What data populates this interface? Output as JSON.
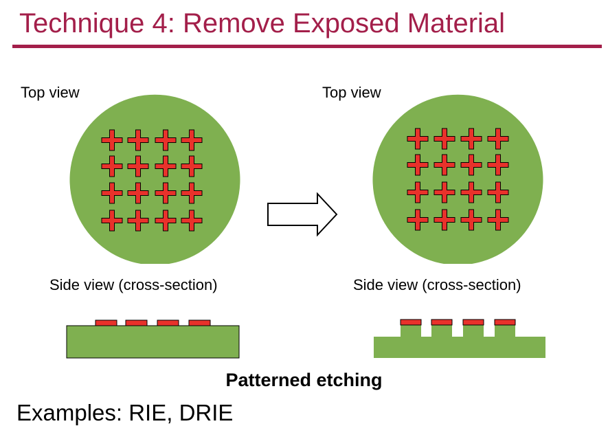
{
  "title": "Technique 4:  Remove Exposed Material",
  "left_panel": {
    "top_view_label": "Top view",
    "side_view_label": "Side view (cross-section)"
  },
  "right_panel": {
    "top_view_label": "Top view",
    "side_view_label": "Side view (cross-section)"
  },
  "caption": "Patterned etching",
  "examples": "Examples: RIE, DRIE",
  "colors": {
    "title": "#a31f4a",
    "substrate": "#7fb050",
    "mask": "#e8322b",
    "outline": "#000000"
  },
  "icons": [
    "right-arrow-icon"
  ]
}
